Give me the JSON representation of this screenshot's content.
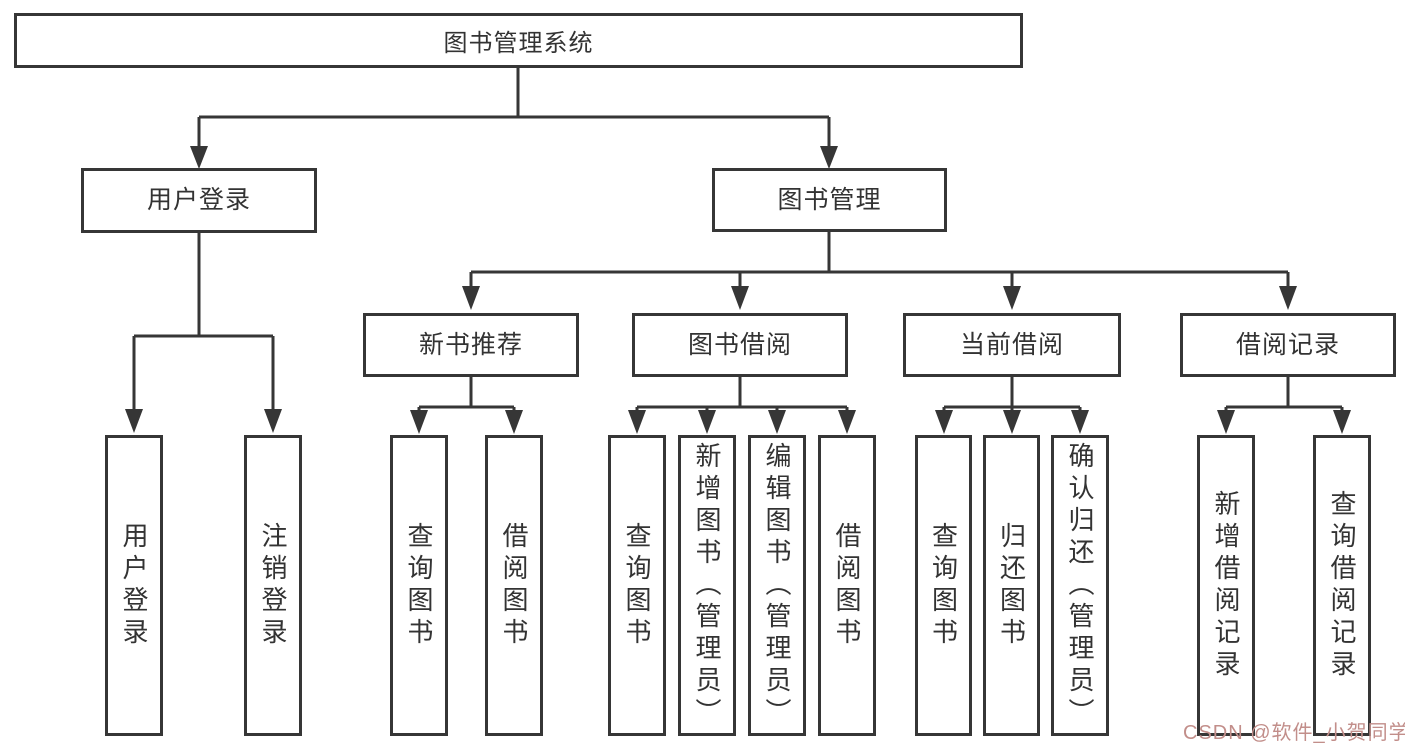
{
  "diagram": {
    "title": "图书管理系统",
    "children": [
      {
        "label": "用户登录",
        "children": [
          {
            "label": "用户登录"
          },
          {
            "label": "注销登录"
          }
        ]
      },
      {
        "label": "图书管理",
        "children": [
          {
            "label": "新书推荐",
            "children": [
              {
                "label": "查询图书"
              },
              {
                "label": "借阅图书"
              }
            ]
          },
          {
            "label": "图书借阅",
            "children": [
              {
                "label": "查询图书"
              },
              {
                "label": "新增图书（管理员）"
              },
              {
                "label": "编辑图书（管理员）"
              },
              {
                "label": "借阅图书"
              }
            ]
          },
          {
            "label": "当前借阅",
            "children": [
              {
                "label": "查询图书"
              },
              {
                "label": "归还图书"
              },
              {
                "label": "确认归还（管理员）"
              }
            ]
          },
          {
            "label": "借阅记录",
            "children": [
              {
                "label": "新增借阅记录"
              },
              {
                "label": "查询借阅记录"
              }
            ]
          }
        ]
      }
    ]
  },
  "watermark": {
    "text": "CSDN @软件_小贺同学"
  },
  "colors": {
    "line": "#363636",
    "box_border": "#363636",
    "text": "#333333",
    "background": "#ffffff",
    "watermark": "#c28e8a"
  }
}
